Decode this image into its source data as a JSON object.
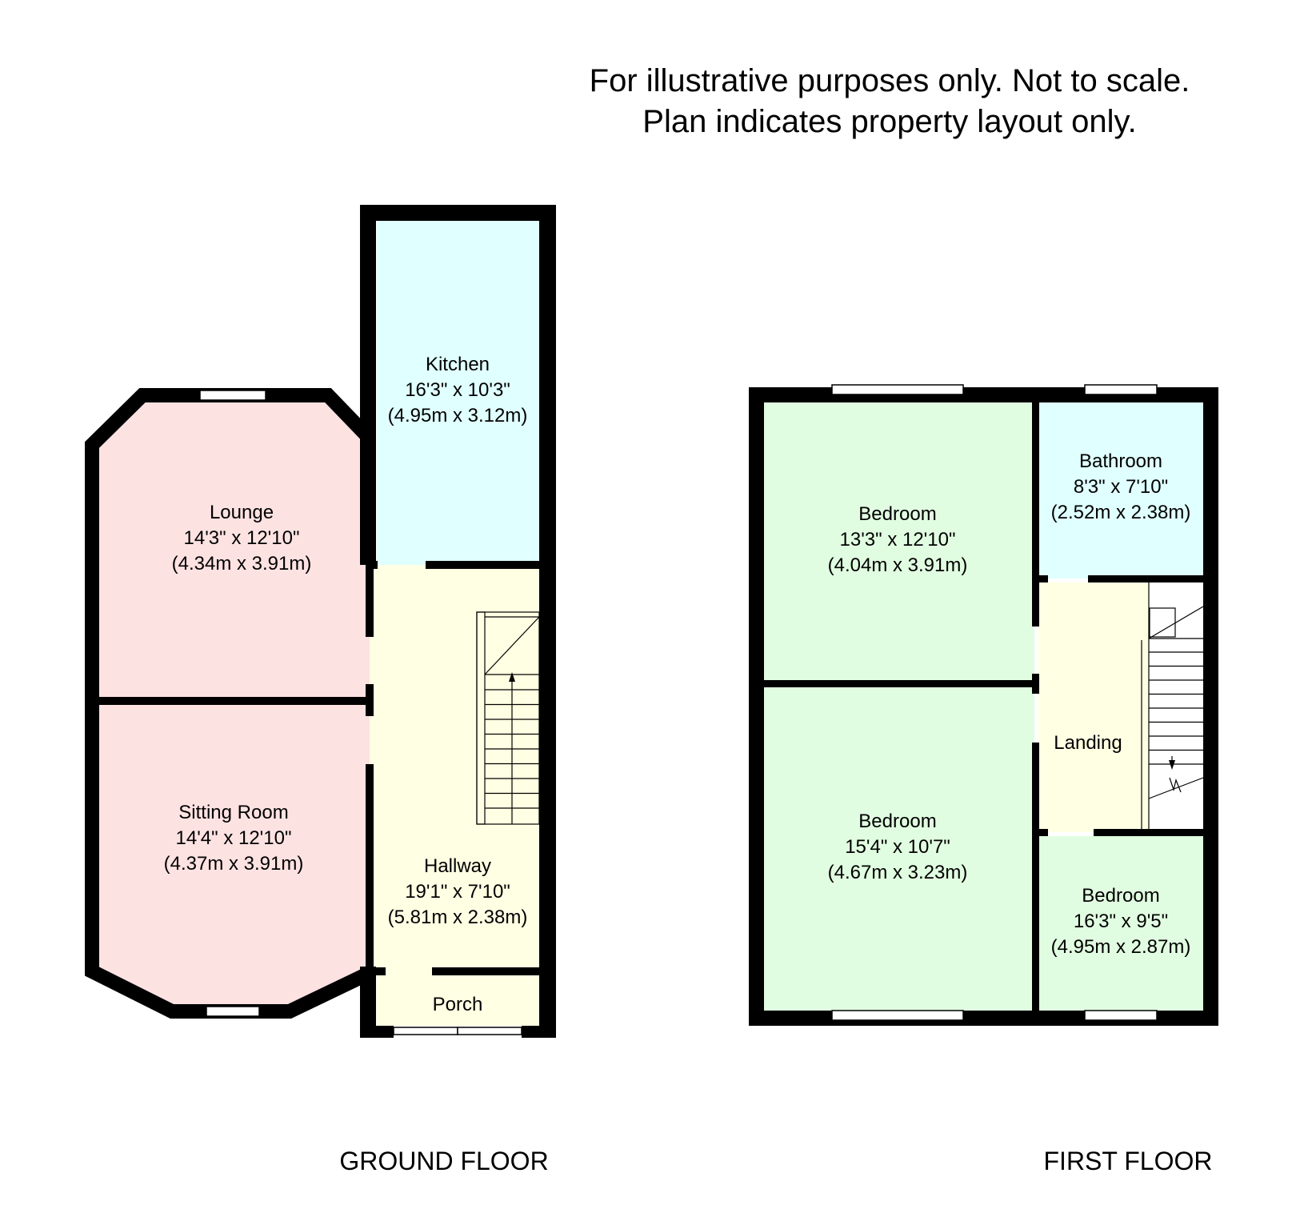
{
  "disclaimer": {
    "line1": "For illustrative purposes only. Not to scale.",
    "line2": "Plan indicates property layout only."
  },
  "colors": {
    "living_rooms": "#fde2e2",
    "kitchen": "#e0ffff",
    "hallway": "#ffffe3",
    "bedrooms": "#e1fde1",
    "bathroom": "#e0ffff",
    "walls": "#000000"
  },
  "ground_floor": {
    "label": "GROUND FLOOR",
    "rooms": {
      "kitchen": {
        "name": "Kitchen",
        "imperial": "16'3\" x 10'3\"",
        "metric": "(4.95m x 3.12m)"
      },
      "lounge": {
        "name": "Lounge",
        "imperial": "14'3\" x 12'10\"",
        "metric": "(4.34m x 3.91m)"
      },
      "sitting_room": {
        "name": "Sitting Room",
        "imperial": "14'4\" x 12'10\"",
        "metric": "(4.37m x 3.91m)"
      },
      "hallway": {
        "name": "Hallway",
        "imperial": "19'1\" x 7'10\"",
        "metric": "(5.81m x 2.38m)"
      },
      "porch": {
        "name": "Porch"
      }
    }
  },
  "first_floor": {
    "label": "FIRST FLOOR",
    "rooms": {
      "bedroom_1": {
        "name": "Bedroom",
        "imperial": "13'3\" x 12'10\"",
        "metric": "(4.04m x 3.91m)"
      },
      "bathroom": {
        "name": "Bathroom",
        "imperial": "8'3\" x 7'10\"",
        "metric": "(2.52m x 2.38m)"
      },
      "landing": {
        "name": "Landing"
      },
      "bedroom_2": {
        "name": "Bedroom",
        "imperial": "15'4\" x 10'7\"",
        "metric": "(4.67m x 3.23m)"
      },
      "bedroom_3": {
        "name": "Bedroom",
        "imperial": "16'3\" x 9'5\"",
        "metric": "(4.95m x 2.87m)"
      }
    }
  }
}
